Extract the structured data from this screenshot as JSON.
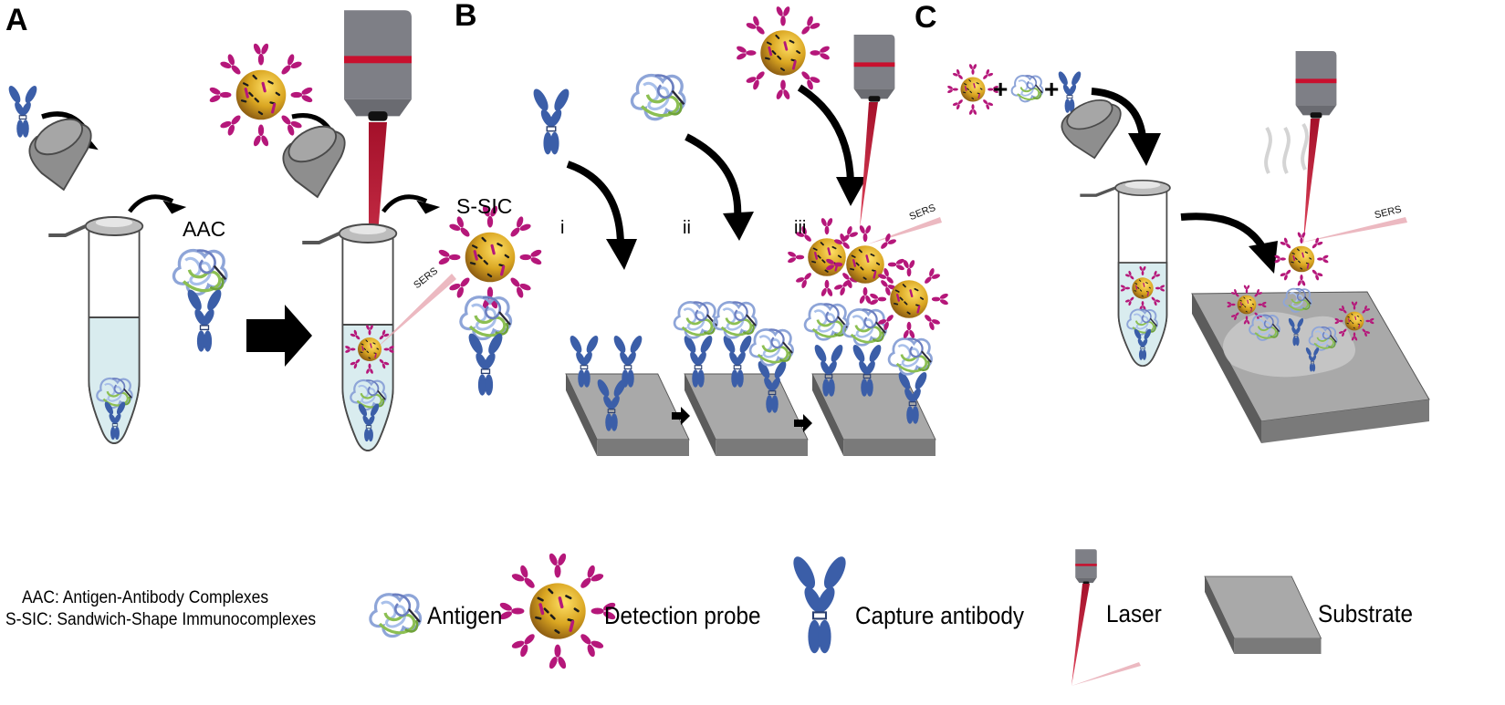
{
  "panels": {
    "a": "A",
    "b": "B",
    "c": "C"
  },
  "panel_a": {
    "aac_label": "AAC",
    "ssic_label": "S-SIC",
    "sers_label": "SERS"
  },
  "panel_b": {
    "step_i": "i",
    "step_ii": "ii",
    "step_iii": "iii",
    "sers_label": "SERS"
  },
  "panel_c": {
    "plus_1": "+",
    "plus_2": "+",
    "sers_label": "SERS"
  },
  "abbreviations": [
    {
      "abbr": "AAC",
      "separator": ":",
      "text": "Antigen-Antibody Complexes"
    },
    {
      "abbr": "S-SIC",
      "separator": ":",
      "text": "Sandwich-Shape Immunocomplexes"
    }
  ],
  "legend": {
    "antigen": "Antigen",
    "detection_probe": "Detection probe",
    "capture_antibody": "Capture antibody",
    "laser": "Laser",
    "substrate": "Substrate"
  },
  "colors": {
    "antibody_blue": "#3b5ea8",
    "probe_magenta": "#b5177a",
    "gold_core": "#d9a521",
    "substrate_top": "#a9a9a9",
    "substrate_side": "#6f6f6f",
    "laser_red": "#c8102e",
    "liquid": "#d9ecef"
  }
}
